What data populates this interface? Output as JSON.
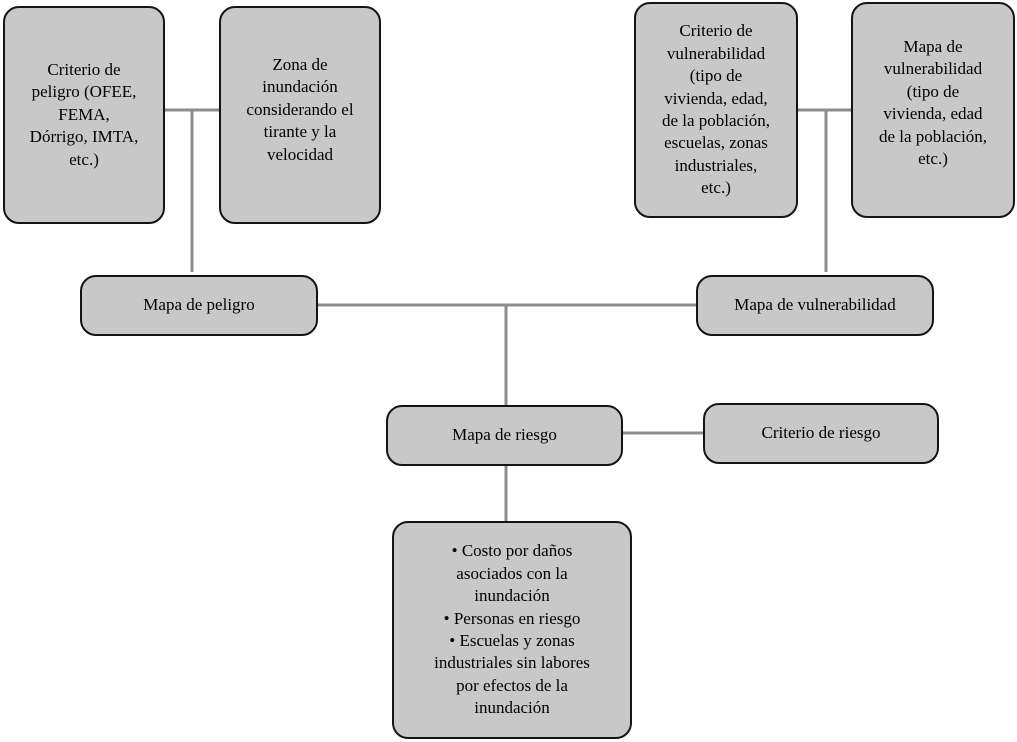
{
  "diagram": {
    "colors": {
      "box_fill": "#c8c8c8",
      "box_border": "#141414",
      "connector": "#8c8c8c",
      "text": "#000000"
    },
    "nodes": {
      "criterio_peligro": {
        "lines": [
          "Criterio de",
          "peligro (OFEE,",
          "FEMA,",
          "Dórrigo, IMTA,",
          "etc.)"
        ]
      },
      "zona_inundacion": {
        "lines": [
          "Zona de",
          "inundación",
          "considerando el",
          "tirante y la",
          "velocidad"
        ]
      },
      "criterio_vulnerabilidad": {
        "lines": [
          "Criterio de",
          "vulnerabilidad",
          "(tipo de",
          "vivienda, edad,",
          "de la población,",
          "escuelas, zonas",
          "industriales,",
          "etc.)"
        ]
      },
      "mapa_vulnerabilidad_detalle": {
        "lines": [
          "Mapa de",
          "vulnerabilidad",
          "(tipo de",
          "vivienda, edad",
          "de la población,",
          "etc.)"
        ]
      },
      "mapa_peligro": {
        "label": "Mapa de peligro"
      },
      "mapa_vulnerabilidad": {
        "label": "Mapa de vulnerabilidad"
      },
      "mapa_riesgo": {
        "label": "Mapa de riesgo"
      },
      "criterio_riesgo": {
        "label": "Criterio de riesgo"
      },
      "resultados": {
        "lines": [
          "• Costo por daños",
          "asociados con la",
          "inundación",
          "• Personas en riesgo",
          "• Escuelas y zonas",
          "industriales sin labores",
          "por efectos de la",
          "inundación"
        ]
      }
    }
  }
}
